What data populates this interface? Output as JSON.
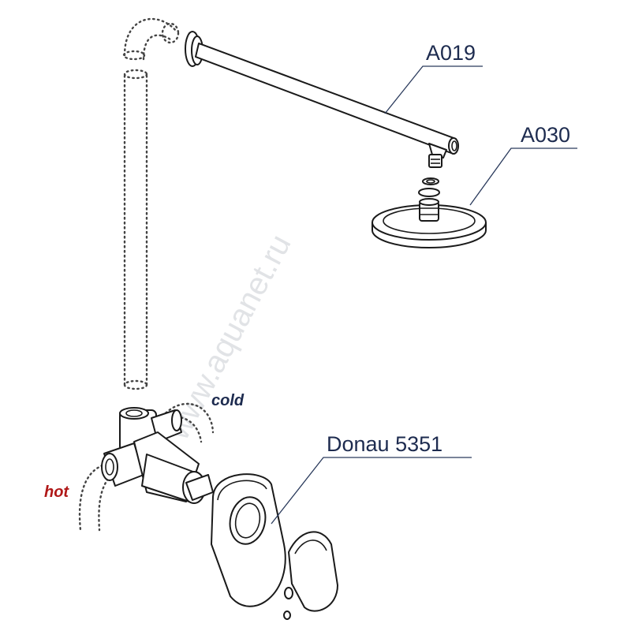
{
  "callouts": {
    "shower_arm": "A019",
    "shower_head": "A030",
    "mixer_trim": "Donau 5351"
  },
  "pipe_labels": {
    "cold": "cold",
    "hot": "hot"
  },
  "watermark": "www.aquanet.ru",
  "colors": {
    "callout_text": "#1d2b4f",
    "cold_label": "#1d2b4f",
    "hot_label": "#b01818",
    "line": "#1a1a1a"
  }
}
